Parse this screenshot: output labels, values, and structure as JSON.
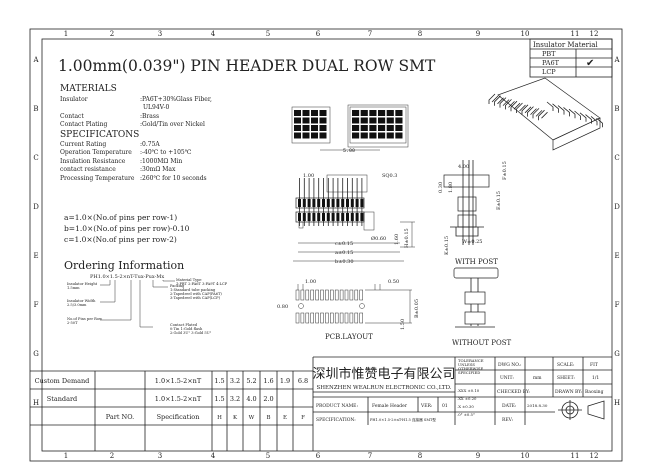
{
  "frame": {
    "columns": [
      "1",
      "2",
      "3",
      "4",
      "5",
      "6",
      "7",
      "8",
      "9",
      "10",
      "11",
      "12"
    ],
    "rows": [
      "A",
      "B",
      "C",
      "D",
      "E",
      "F",
      "G",
      "H"
    ]
  },
  "title": "1.00mm(0.039\") PIN HEADER DUAL ROW SMT",
  "insulator_material": {
    "header": "Insulator Material",
    "options": [
      {
        "label": "PBT",
        "checked": false
      },
      {
        "label": "PA6T",
        "checked": true
      },
      {
        "label": "LCP",
        "checked": false
      }
    ],
    "check_mark": "✔"
  },
  "materials": {
    "heading": "MATERIALS",
    "rows": [
      {
        "label": "Insulator",
        "value": ":PA6T+30%Glass Fiber,"
      },
      {
        "label": "",
        "value": "UL94V-0"
      },
      {
        "label": "Contact",
        "value": ":Brass"
      },
      {
        "label": "Contact Plating",
        "value": ":Gold/Tin over Nickel"
      }
    ]
  },
  "specifications": {
    "heading": "SPECIFICATONS",
    "rows": [
      {
        "label": "Current Rating",
        "value": ":0.75A"
      },
      {
        "label": "Operation Temperature",
        "value": ":-40℃ to +105℃"
      },
      {
        "label": "Insulation Resistance",
        "value": ":1000MΩ Min"
      },
      {
        "label": "contact resistance",
        "value": ":30mΩ Max"
      },
      {
        "label": "Processing Temperature",
        "value": ":260℃ for 10 seconds"
      }
    ]
  },
  "formulas": [
    "a=1.0×(No.of pins per row-1)",
    "b=1.0×(No.of pins per row)-0.10",
    "c=1.0×(No.of pins per row-2)"
  ],
  "ordering": {
    "heading": "Ordering Information",
    "code": "PH1.0×1.5-2×nT-Tux-Pux-Mx",
    "callouts": [
      [
        "Insulator Height",
        "1.5mm"
      ],
      [
        "Insulator Width",
        "2.5/3.0mm"
      ],
      [
        "No.of Pins per Row",
        "2-50T"
      ],
      [
        "Contact Plated",
        "0:Tin    1:Gold flash",
        "2:Gold 3U\"   3:Gold 5U\""
      ],
      [
        "Packing",
        "1:Standard tube packing",
        "2:Tapedreel with CAP(PA6T)",
        "3:Tapedreel with CAP(LCP)"
      ],
      [
        "Material Type",
        "1:PBT 2:PA6T 3:PA9T 4:LCP"
      ]
    ]
  },
  "dimensions": {
    "top_width": "5.00",
    "pitch": "1.00",
    "pin_width": "SQ0.3",
    "c": "c±0.15",
    "a": "a±0.15",
    "b": "b±0.30",
    "hole": "Ø0.60",
    "h1": "1.60",
    "h2": "H±0.15",
    "side_top": "4.00",
    "side_a": "0.30",
    "side_b": "1.80",
    "side_c": "E±0.15",
    "side_d": "F±0.15",
    "side_post": "K±0.15",
    "post_w": "W±0.25",
    "pcb_pitch": "1.00",
    "pcb_pad": "0.50",
    "pcb_hole": "0.80",
    "pcb_h": "B±0.05",
    "pcb_pad_h": "1.50"
  },
  "view_labels": {
    "with_post": "WITH POST",
    "pcb_layout": "PCB.LAYOUT",
    "without_post": "WITHOUT POST"
  },
  "spec_table": {
    "rows": [
      {
        "name": "Custom Demand",
        "part": "",
        "spec": "1.0×1.5-2×nT",
        "values": [
          "1.5",
          "3.2",
          "5.2",
          "1.6",
          "1.9",
          "6.8"
        ]
      },
      {
        "name": "Standard",
        "part": "",
        "spec": "1.0×1.5-2×nT",
        "values": [
          "1.5",
          "3.2",
          "4.0",
          "2.0",
          "",
          ""
        ]
      }
    ],
    "header": {
      "part": "Part NO.",
      "spec": "Specification",
      "cols": [
        "H",
        "K",
        "W",
        "B",
        "E",
        "F"
      ]
    }
  },
  "title_block": {
    "company_cn": "深圳市惟赞电子有限公司",
    "company_en": "SHENZHEN WEALRUN ELECTRONIC CO.,LTD.",
    "tolerance_note": [
      "TOLERANCE",
      "UNLESS",
      "OTHERWISE",
      "SPECIFIED"
    ],
    "tolerances": [
      ".XXX  ±0.10",
      ".XX   ±0.20",
      ".X    ±0.30",
      ".0°   ±0.5°"
    ],
    "product_name_label": "PRODUCT NAME:",
    "product_name": "Female Header",
    "ver_label": "VER:",
    "ver": "01",
    "specification_label": "SPECIFICATION:",
    "specification": "PH1.0×1.5-2×nT-H1.5 连接器 SMT型",
    "dwg_no_label": "DWG NO.:",
    "dwg_no": "",
    "unit_label": "UNIT:",
    "unit": "mm",
    "checked_label": "CHECKED BY:",
    "checked": "",
    "date_label": "DATE:",
    "date": "2018.8.30",
    "rev_label": "REV:",
    "rev": "",
    "scale_label": "SCALE:",
    "scale": "FIT",
    "sheet_label": "SHEET:",
    "sheet": "1/1",
    "drawn_label": "DRAWN BY:",
    "drawn": "Baoxing"
  }
}
